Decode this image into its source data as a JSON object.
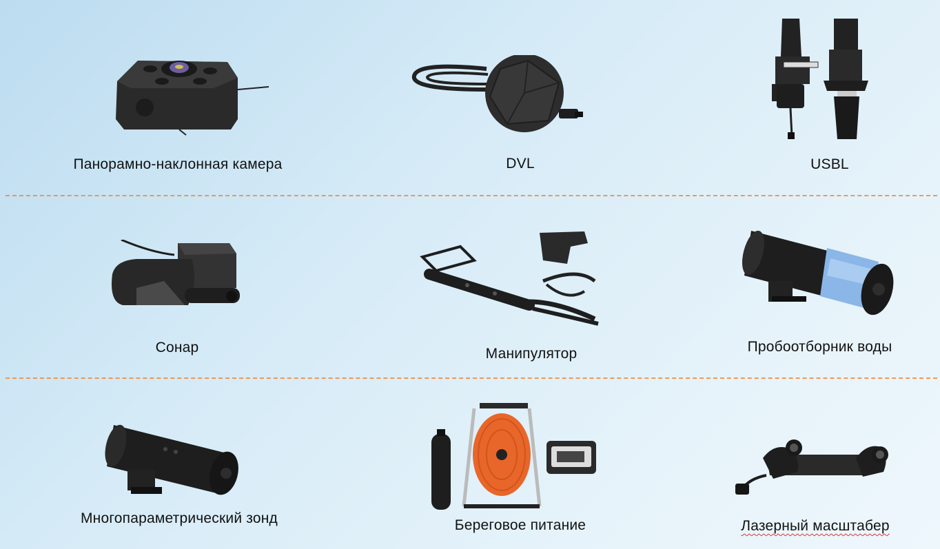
{
  "rows": [
    [
      {
        "label": "Панорамно-наклонная камера",
        "icon": "pan-tilt-camera-icon"
      },
      {
        "label": "DVL",
        "icon": "dvl-sensor-icon"
      },
      {
        "label": "USBL",
        "icon": "usbl-transponder-icon"
      }
    ],
    [
      {
        "label": "Сонар",
        "icon": "sonar-icon"
      },
      {
        "label": "Манипулятор",
        "icon": "manipulator-arm-icon"
      },
      {
        "label": "Пробоотборник воды",
        "icon": "water-sampler-icon"
      }
    ],
    [
      {
        "label": "Многопараметрический зонд",
        "icon": "multiparameter-probe-icon"
      },
      {
        "label": "Береговое питание",
        "icon": "shore-power-reel-icon"
      },
      {
        "label": "Лазерный масштабер",
        "icon": "laser-scaler-icon"
      }
    ]
  ],
  "colors": {
    "divider": "#f08a3c",
    "device": "#1e1e1e",
    "cable": "#e8662a"
  }
}
